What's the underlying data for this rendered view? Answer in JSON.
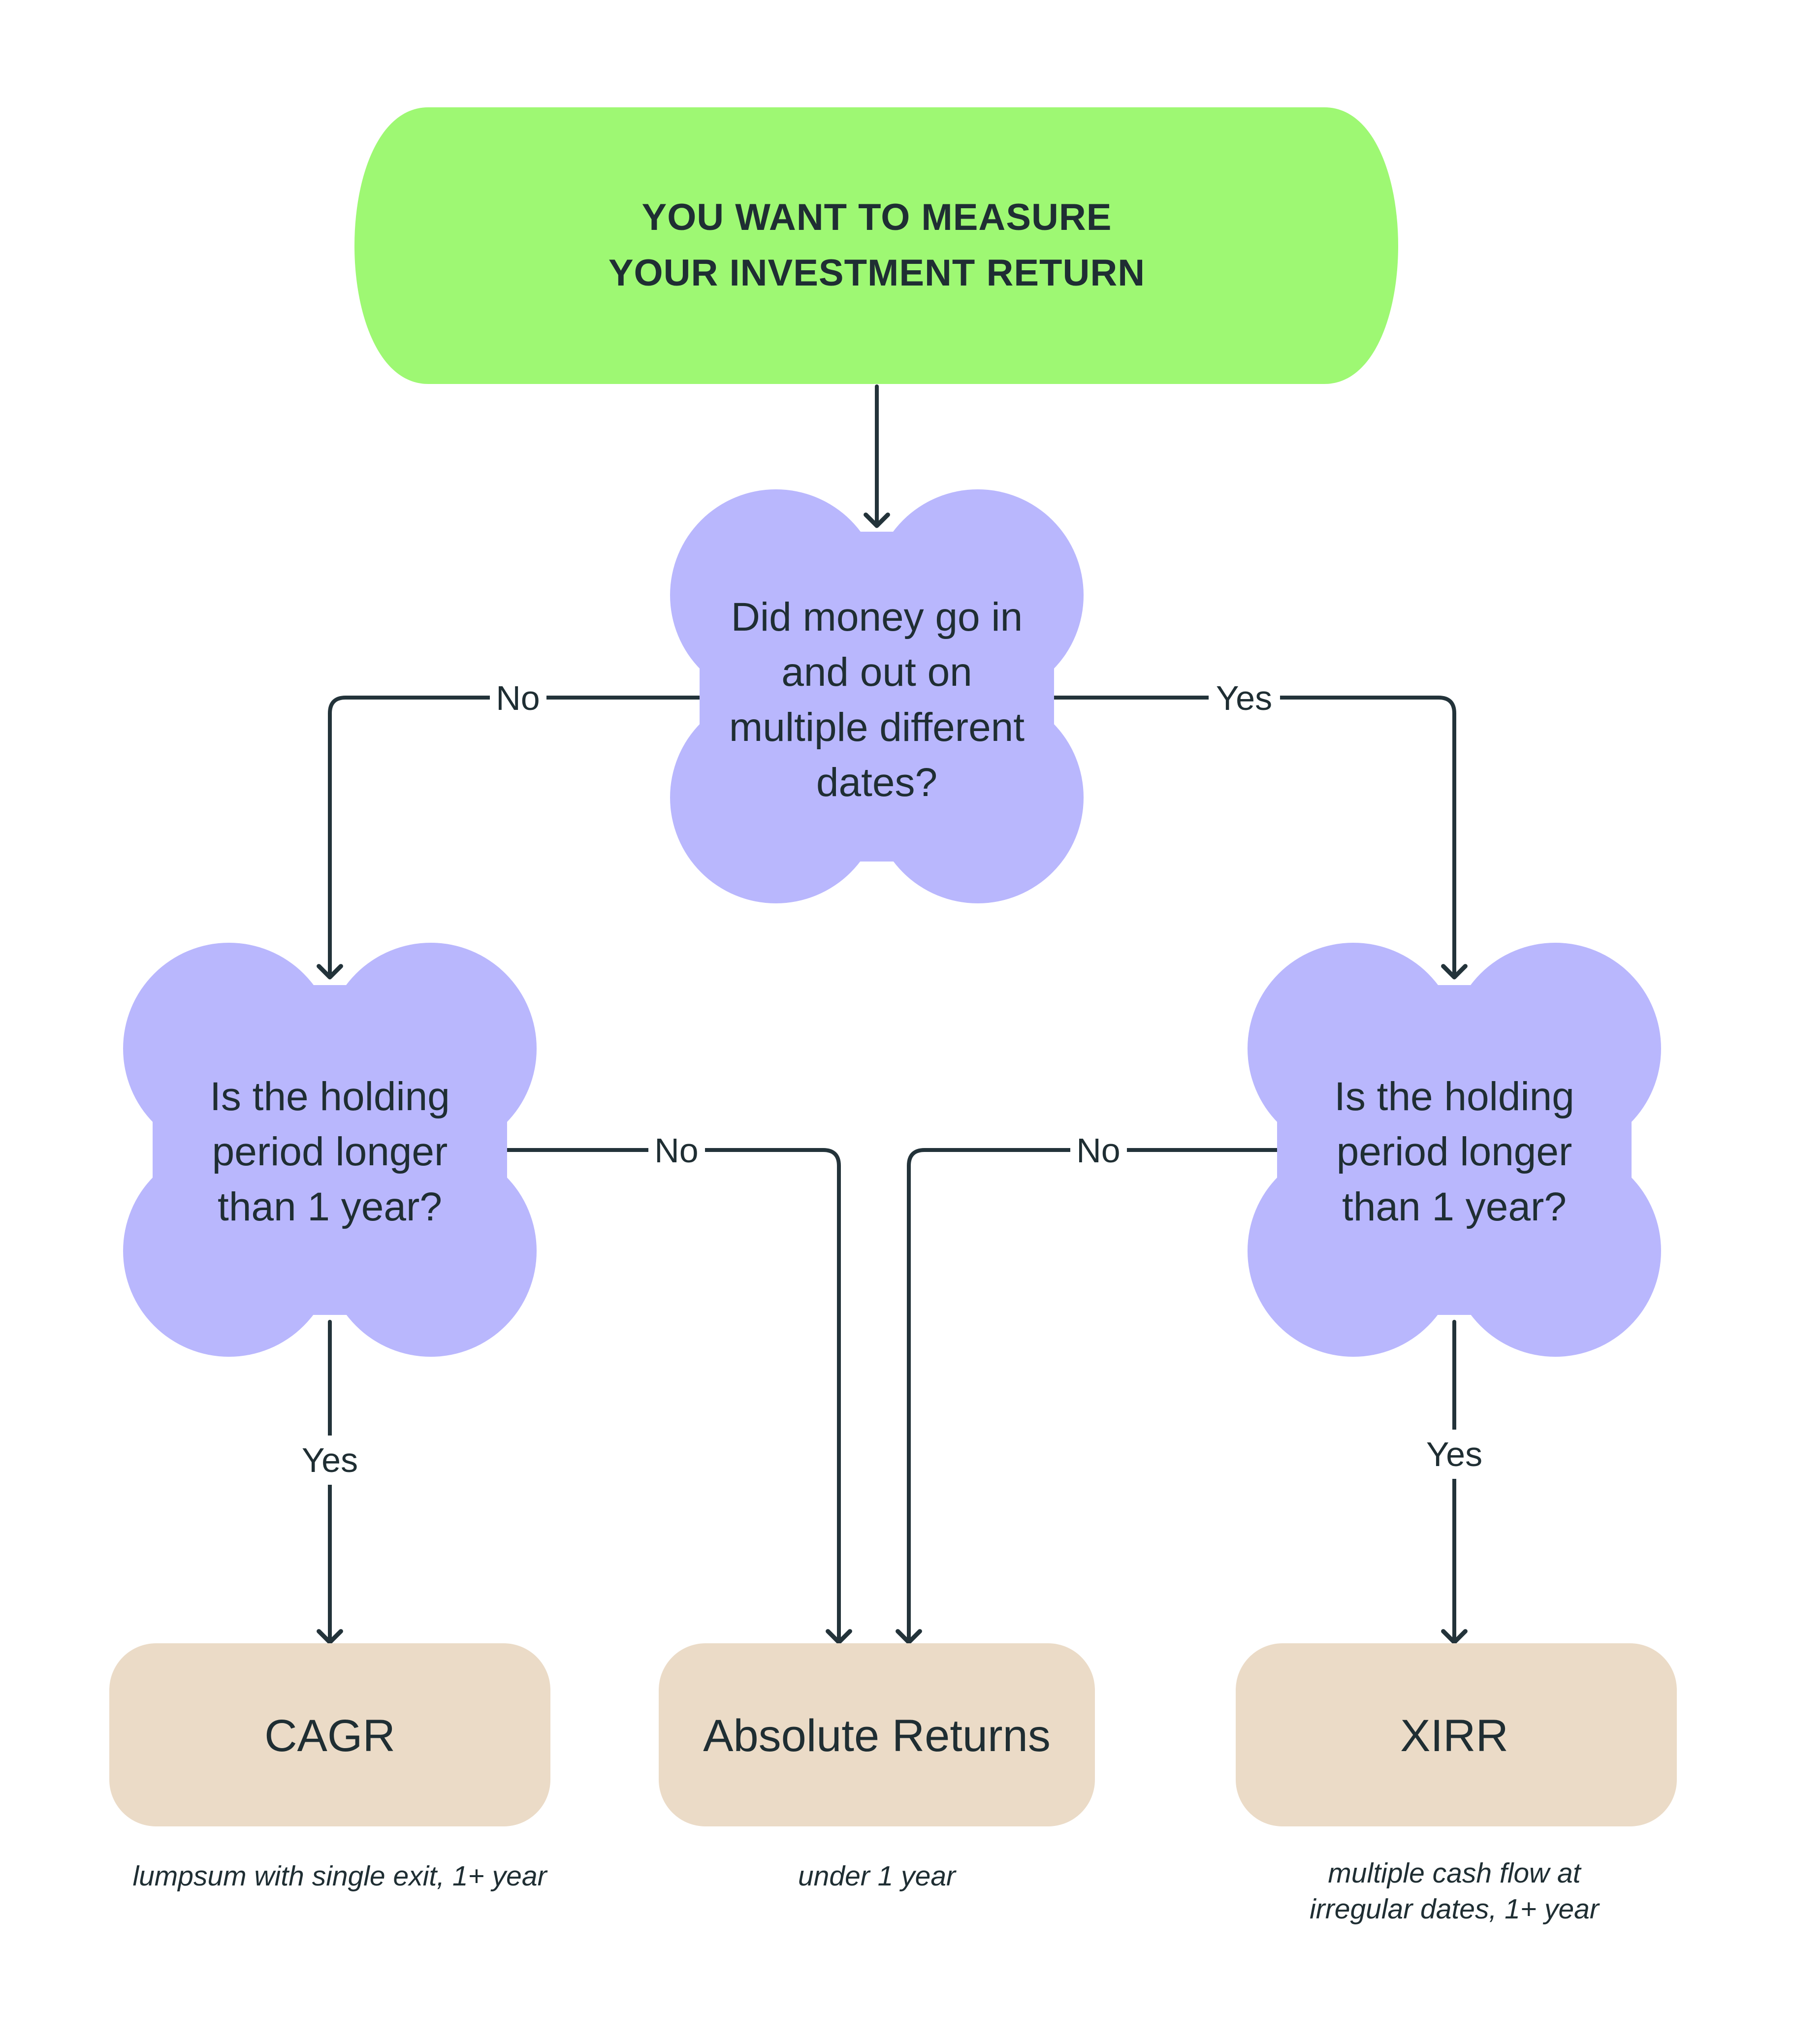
{
  "colors": {
    "background": "#ffffff",
    "start_fill": "#9ef873",
    "decision_fill": "#b9b7fd",
    "result_fill": "#ebdbc7",
    "line": "#23333a",
    "text": "#1f2e33"
  },
  "start": {
    "line1": "YOU WANT TO MEASURE",
    "line2": "YOUR INVESTMENT RETURN"
  },
  "decisions": {
    "top": {
      "lines": [
        "Did money go in",
        "and out on",
        "multiple different",
        "dates?"
      ]
    },
    "left": {
      "lines": [
        "Is the holding",
        "period longer",
        "than 1 year?"
      ]
    },
    "right": {
      "lines": [
        "Is the holding",
        "period longer",
        "than 1 year?"
      ]
    }
  },
  "edges": {
    "top_no": "No",
    "top_yes": "Yes",
    "left_no": "No",
    "left_yes": "Yes",
    "right_no": "No",
    "right_yes": "Yes"
  },
  "results": {
    "cagr": {
      "label": "CAGR",
      "note": [
        "lumpsum with single exit, 1+ year"
      ]
    },
    "absolute": {
      "label": "Absolute Returns",
      "note": [
        "under 1 year"
      ]
    },
    "xirr": {
      "label": "XIRR",
      "note": [
        "multiple cash flow at",
        "irregular dates, 1+ year"
      ]
    }
  }
}
